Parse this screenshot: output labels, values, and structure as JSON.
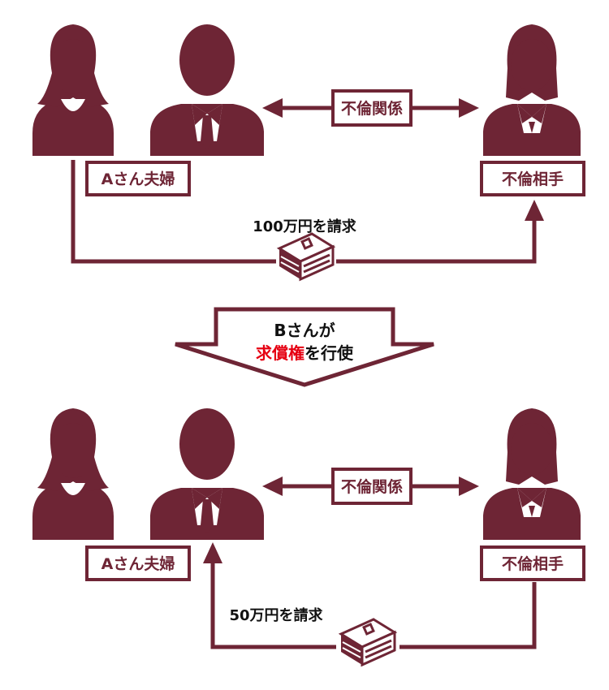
{
  "colors": {
    "primary": "#6e2535",
    "highlight": "#e60012",
    "text": "#111111",
    "background": "#ffffff"
  },
  "top": {
    "relation_label": "不倫関係",
    "couple_label": "Aさん夫婦",
    "partner_label": "不倫相手",
    "claim_label": "100万円を請求"
  },
  "transition": {
    "line1": "Bさんが",
    "line2_highlight": "求償権",
    "line2_rest": "を行使"
  },
  "bottom": {
    "relation_label": "不倫関係",
    "couple_label": "Aさん夫婦",
    "partner_label": "不倫相手",
    "claim_label": "50万円を請求"
  },
  "icons": {
    "wife": "woman-silhouette-icon",
    "husband": "man-suit-silhouette-icon",
    "partner": "woman-suit-silhouette-icon",
    "money": "money-stack-icon"
  }
}
